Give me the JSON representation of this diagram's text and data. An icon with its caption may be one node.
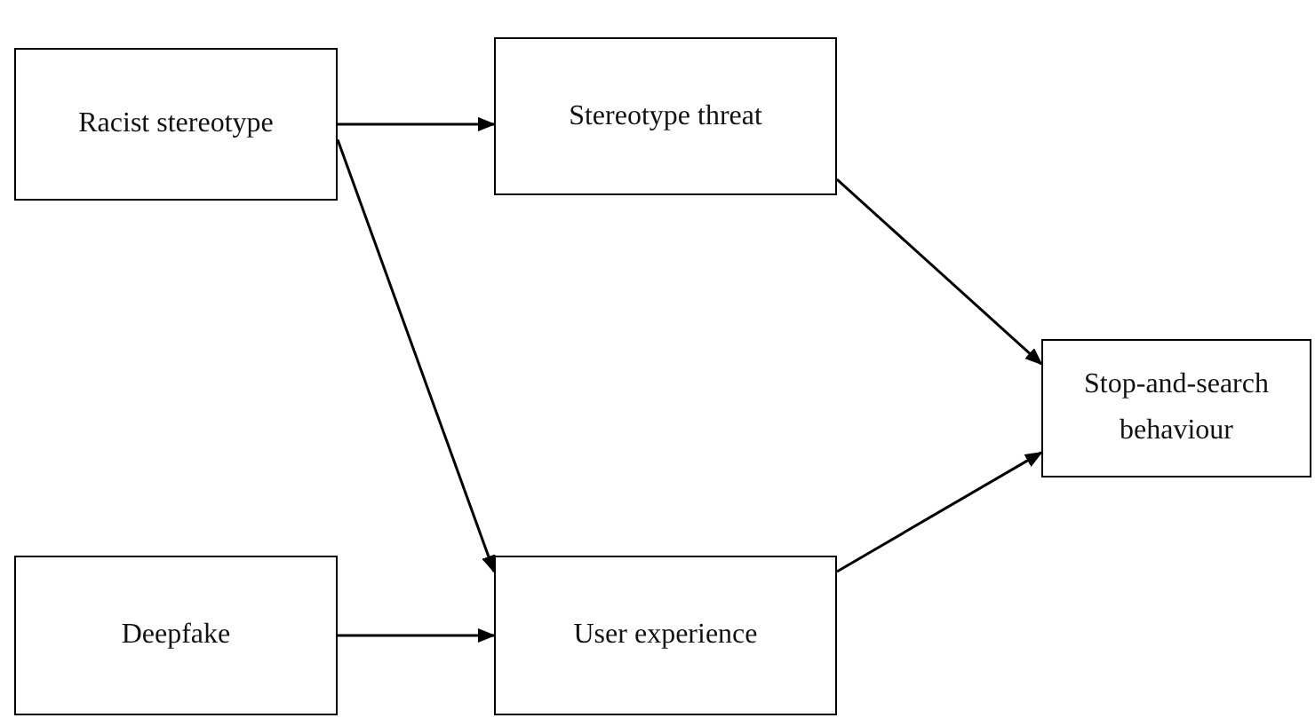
{
  "diagram": {
    "nodes": [
      {
        "text": [
          "Racist stereotype"
        ]
      },
      {
        "text": [
          "Stereotype threat"
        ]
      },
      {
        "text": [
          "Stop-and-search behaviour"
        ]
      },
      {
        "text": [
          "Deepfake"
        ]
      },
      {
        "text": [
          "User experience"
        ]
      }
    ],
    "edges": [
      {
        "from": 0,
        "to": 1,
        "arrow": "to"
      },
      {
        "from": 0,
        "to": 4,
        "arrow": "to"
      },
      {
        "from": 1,
        "to": 2,
        "arrow": "to"
      },
      {
        "from": 3,
        "to": 4,
        "arrow": "to"
      },
      {
        "from": 4,
        "to": 2,
        "arrow": "to"
      }
    ]
  }
}
